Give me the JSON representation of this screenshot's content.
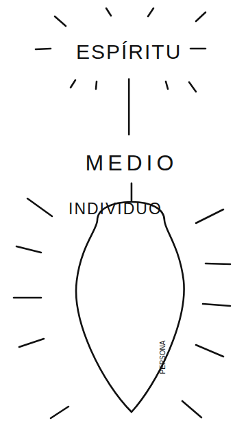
{
  "diagram": {
    "nodes": [
      {
        "text": [
          "ESPÍRITU"
        ]
      },
      {
        "text": [
          "MEDIO"
        ]
      },
      {
        "text": [
          "INDIVIDUO"
        ]
      },
      {
        "text": [
          "PERSONA"
        ],
        "in": 2
      }
    ],
    "edges": [
      {
        "from": 0,
        "to": 1,
        "arrow": "none"
      },
      {
        "from": 1,
        "to": 2,
        "arrow": "none"
      }
    ]
  }
}
